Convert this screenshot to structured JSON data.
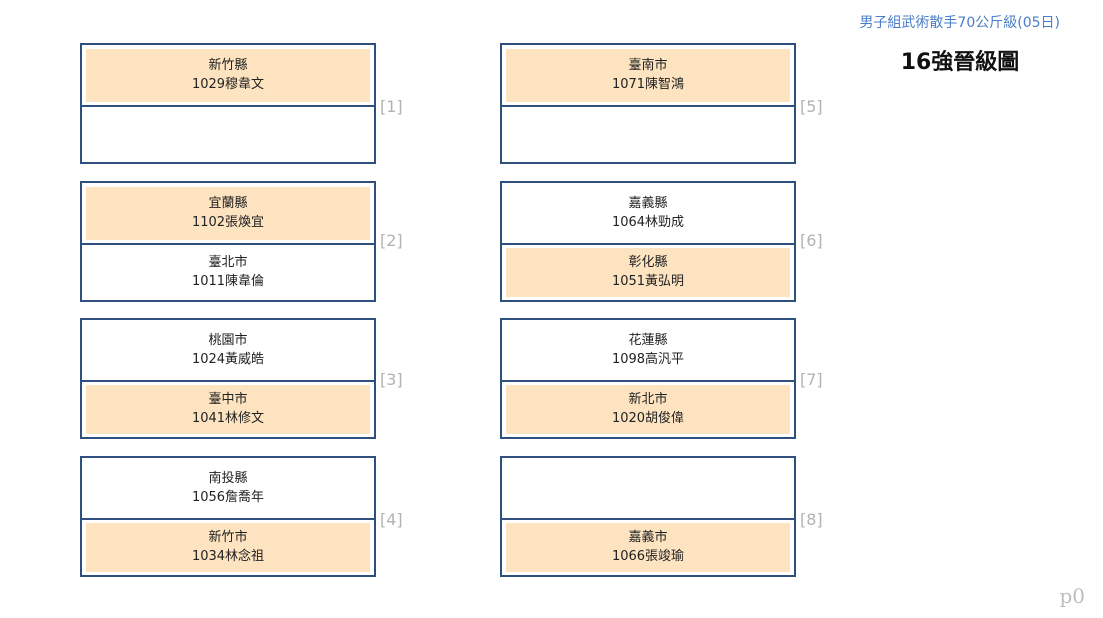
{
  "header": {
    "event_title": "男子組武術散手70公斤級(05日)",
    "bracket_title": "16強晉級圖"
  },
  "matches": [
    {
      "num": "[1]",
      "top": {
        "county": "新竹縣",
        "entrant": "1029穆韋文",
        "winner": true
      },
      "bottom": {
        "county": "",
        "entrant": "",
        "winner": false
      }
    },
    {
      "num": "[2]",
      "top": {
        "county": "宜蘭縣",
        "entrant": "1102張煥宜",
        "winner": true
      },
      "bottom": {
        "county": "臺北市",
        "entrant": "1011陳韋倫",
        "winner": false
      }
    },
    {
      "num": "[3]",
      "top": {
        "county": "桃園市",
        "entrant": "1024黃威皓",
        "winner": false
      },
      "bottom": {
        "county": "臺中市",
        "entrant": "1041林修文",
        "winner": true
      }
    },
    {
      "num": "[4]",
      "top": {
        "county": "南投縣",
        "entrant": "1056詹喬年",
        "winner": false
      },
      "bottom": {
        "county": "新竹市",
        "entrant": "1034林念祖",
        "winner": true
      }
    },
    {
      "num": "[5]",
      "top": {
        "county": "臺南市",
        "entrant": "1071陳智鴻",
        "winner": true
      },
      "bottom": {
        "county": "",
        "entrant": "",
        "winner": false
      }
    },
    {
      "num": "[6]",
      "top": {
        "county": "嘉義縣",
        "entrant": "1064林勁成",
        "winner": false
      },
      "bottom": {
        "county": "彰化縣",
        "entrant": "1051黃弘明",
        "winner": true
      }
    },
    {
      "num": "[7]",
      "top": {
        "county": "花蓮縣",
        "entrant": "1098高汎平",
        "winner": false
      },
      "bottom": {
        "county": "新北市",
        "entrant": "1020胡俊偉",
        "winner": true
      }
    },
    {
      "num": "[8]",
      "top": {
        "county": "",
        "entrant": "",
        "winner": false
      },
      "bottom": {
        "county": "嘉義市",
        "entrant": "1066張竣瑜",
        "winner": true
      }
    }
  ],
  "page_marker": "p0"
}
